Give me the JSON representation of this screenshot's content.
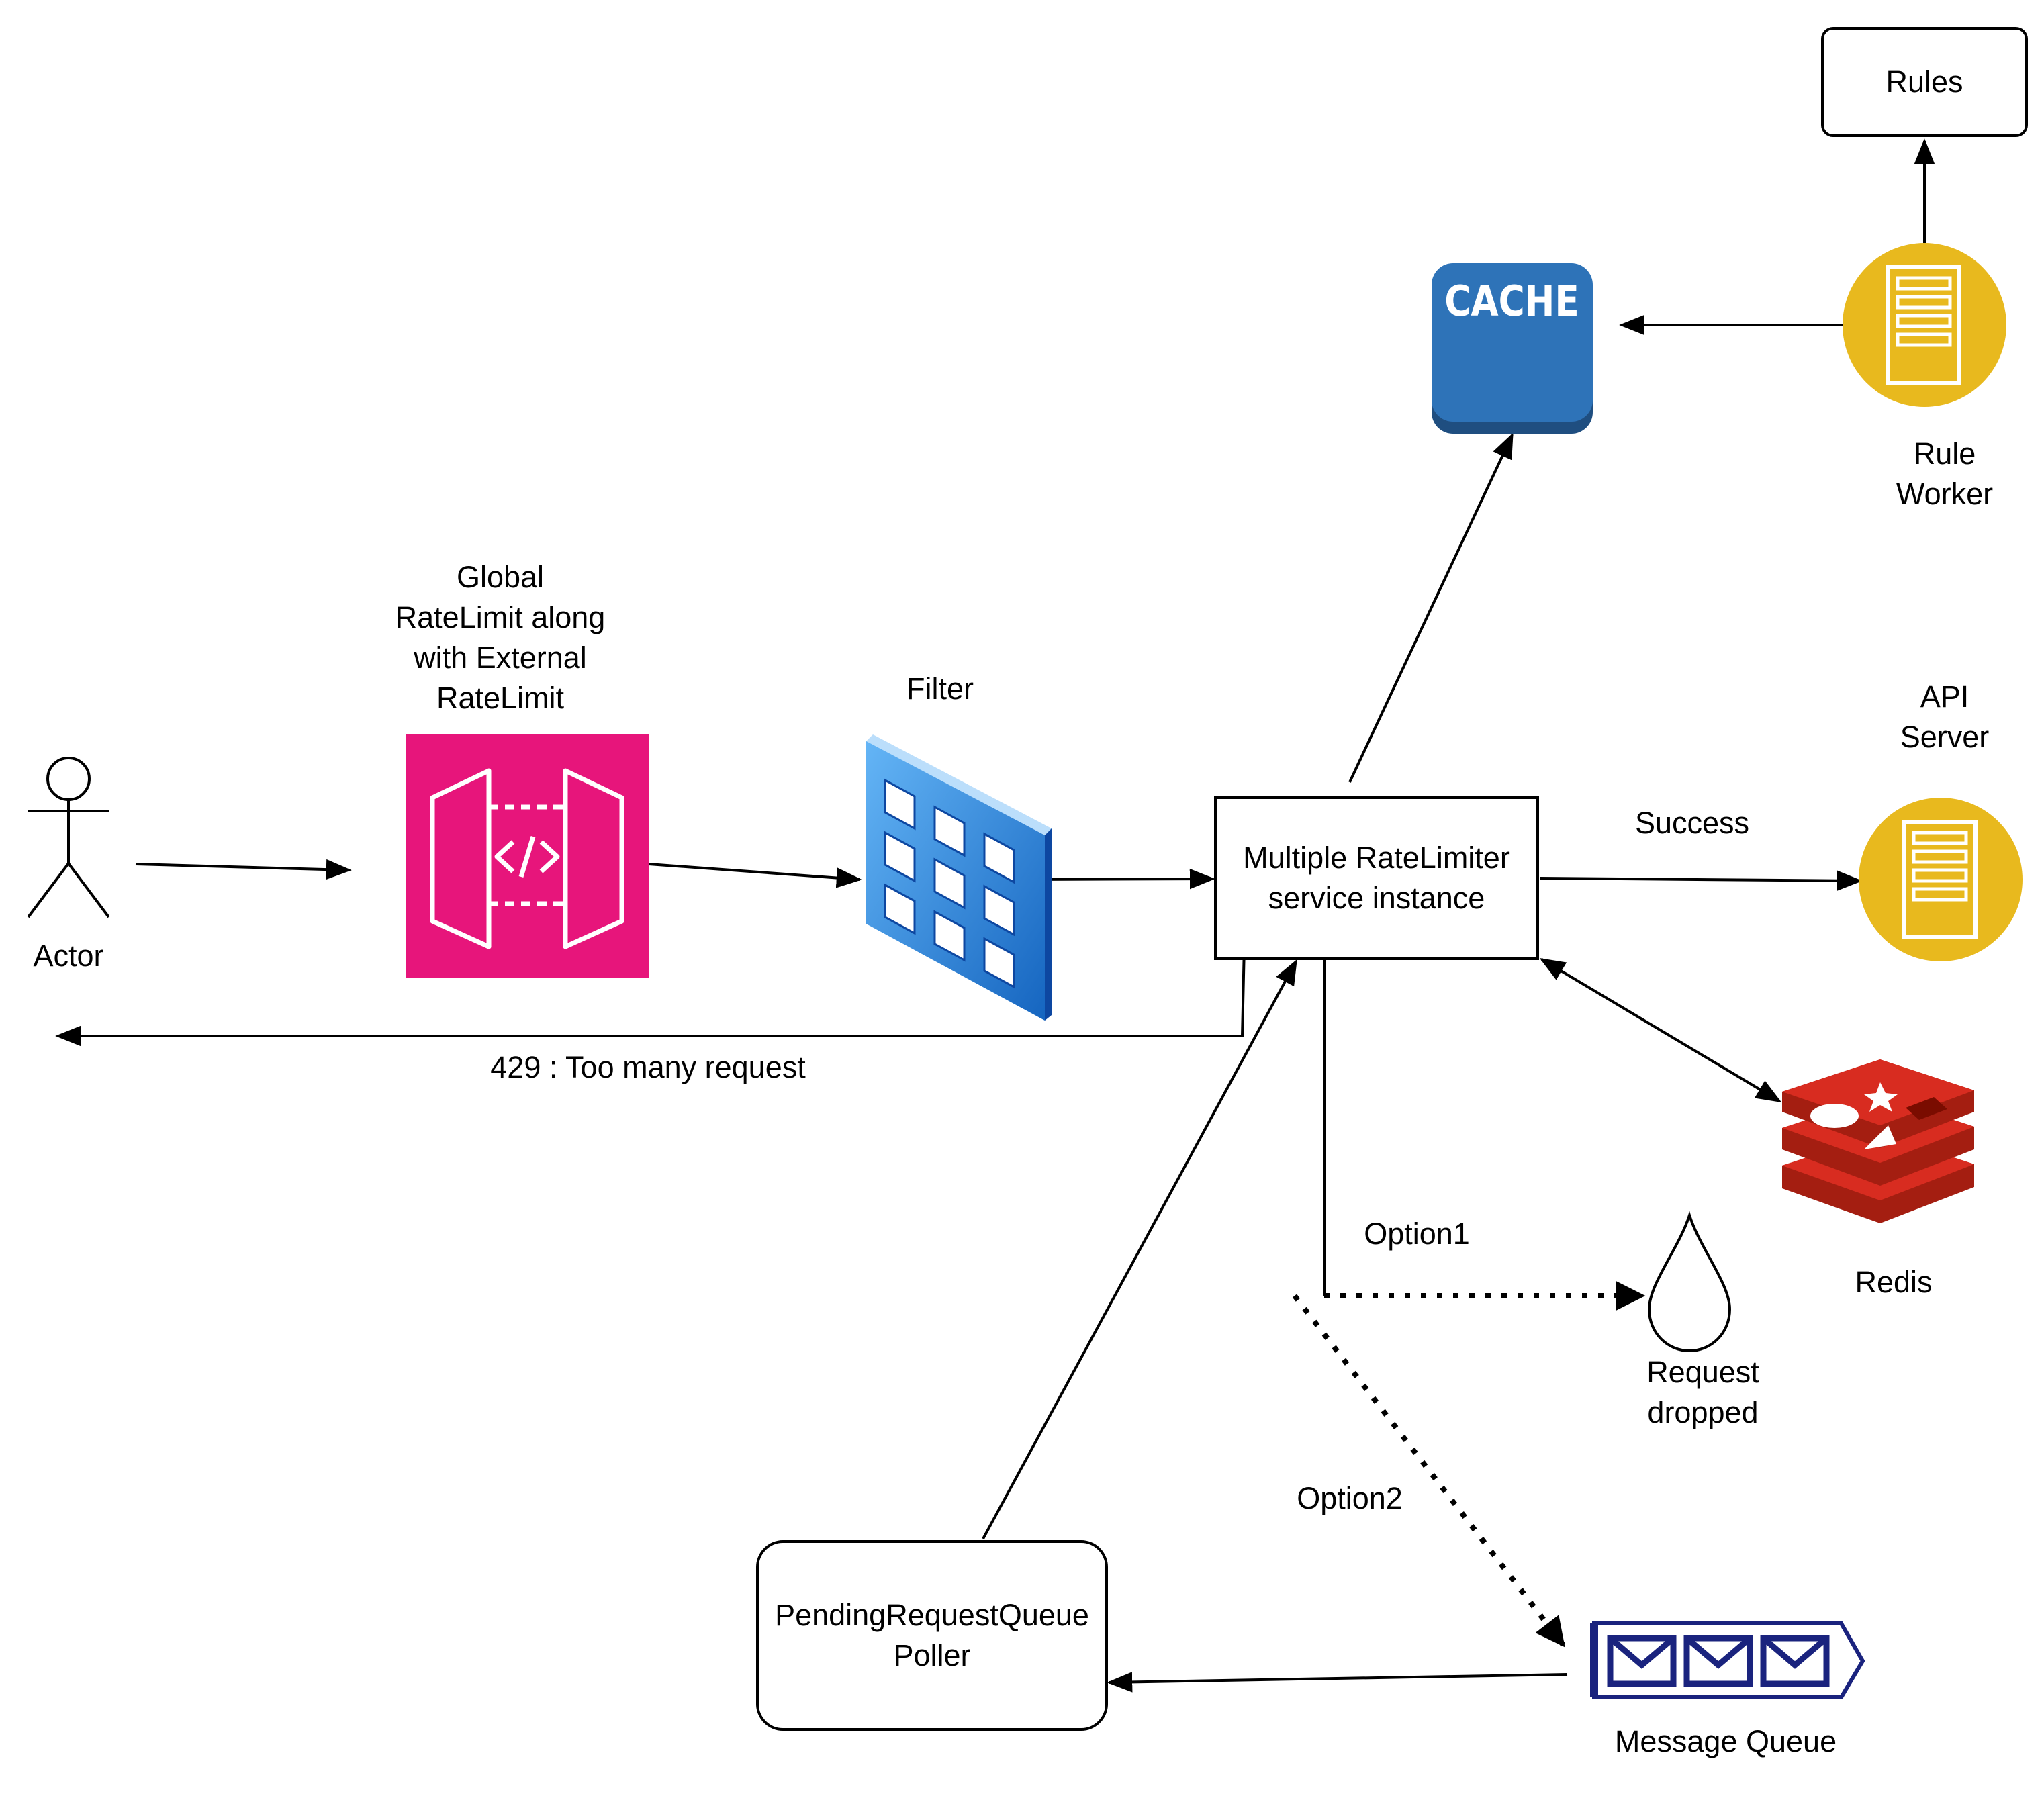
{
  "nodes": {
    "actor": {
      "label": "Actor"
    },
    "gateway": {
      "label": "Global\nRateLimit along\nwith External\nRateLimit"
    },
    "filter": {
      "label": "Filter"
    },
    "ratelimiter": {
      "label": "Multiple RateLimiter\nservice instance"
    },
    "cache": {
      "label": "CACHE"
    },
    "rule_worker": {
      "label": "Rule\nWorker"
    },
    "rules": {
      "label": "Rules"
    },
    "api_server": {
      "label": "API\nServer"
    },
    "redis": {
      "label": "Redis"
    },
    "request_dropped": {
      "label": "Request\ndropped"
    },
    "message_queue": {
      "label": "Message Queue"
    },
    "poller": {
      "label": "PendingRequestQueue\nPoller"
    }
  },
  "edges": {
    "too_many": "429 : Too many request",
    "success": "Success",
    "option1": "Option1",
    "option2": "Option2"
  },
  "colors": {
    "gateway": "#E7157B",
    "cache": "#2E73B8",
    "worker": "#E8B91E",
    "redis": "#C6302B",
    "queue": "#1A237E",
    "filter": "#1E88E5"
  },
  "icons": {
    "actor": "stick-figure-icon",
    "gateway": "api-gateway-icon",
    "filter": "firewall-icon",
    "cache": "cache-icon",
    "worker": "server-icon",
    "redis": "redis-icon",
    "dropped": "drop-icon",
    "queue": "message-queue-icon"
  }
}
